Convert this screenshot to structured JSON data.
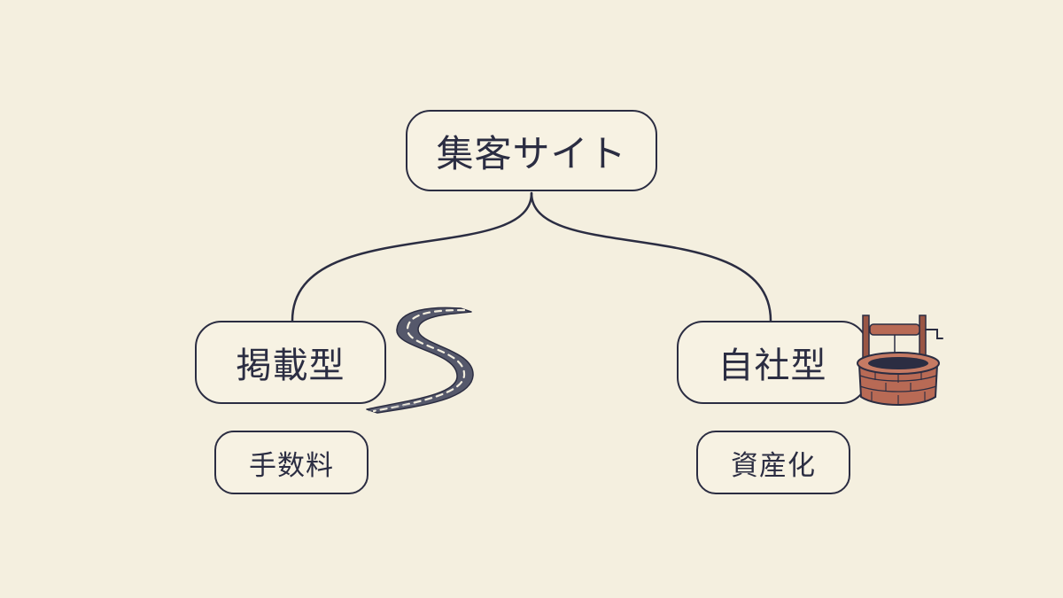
{
  "diagram": {
    "root": {
      "label": "集客サイト"
    },
    "branches": [
      {
        "label": "掲載型",
        "sub_label": "手数料",
        "illustration": "winding-road-icon"
      },
      {
        "label": "自社型",
        "sub_label": "資産化",
        "illustration": "water-well-icon"
      }
    ]
  },
  "colors": {
    "background": "#f4efdf",
    "ink": "#2b2d42",
    "road": "#55586b",
    "brick": "#b86a55"
  }
}
